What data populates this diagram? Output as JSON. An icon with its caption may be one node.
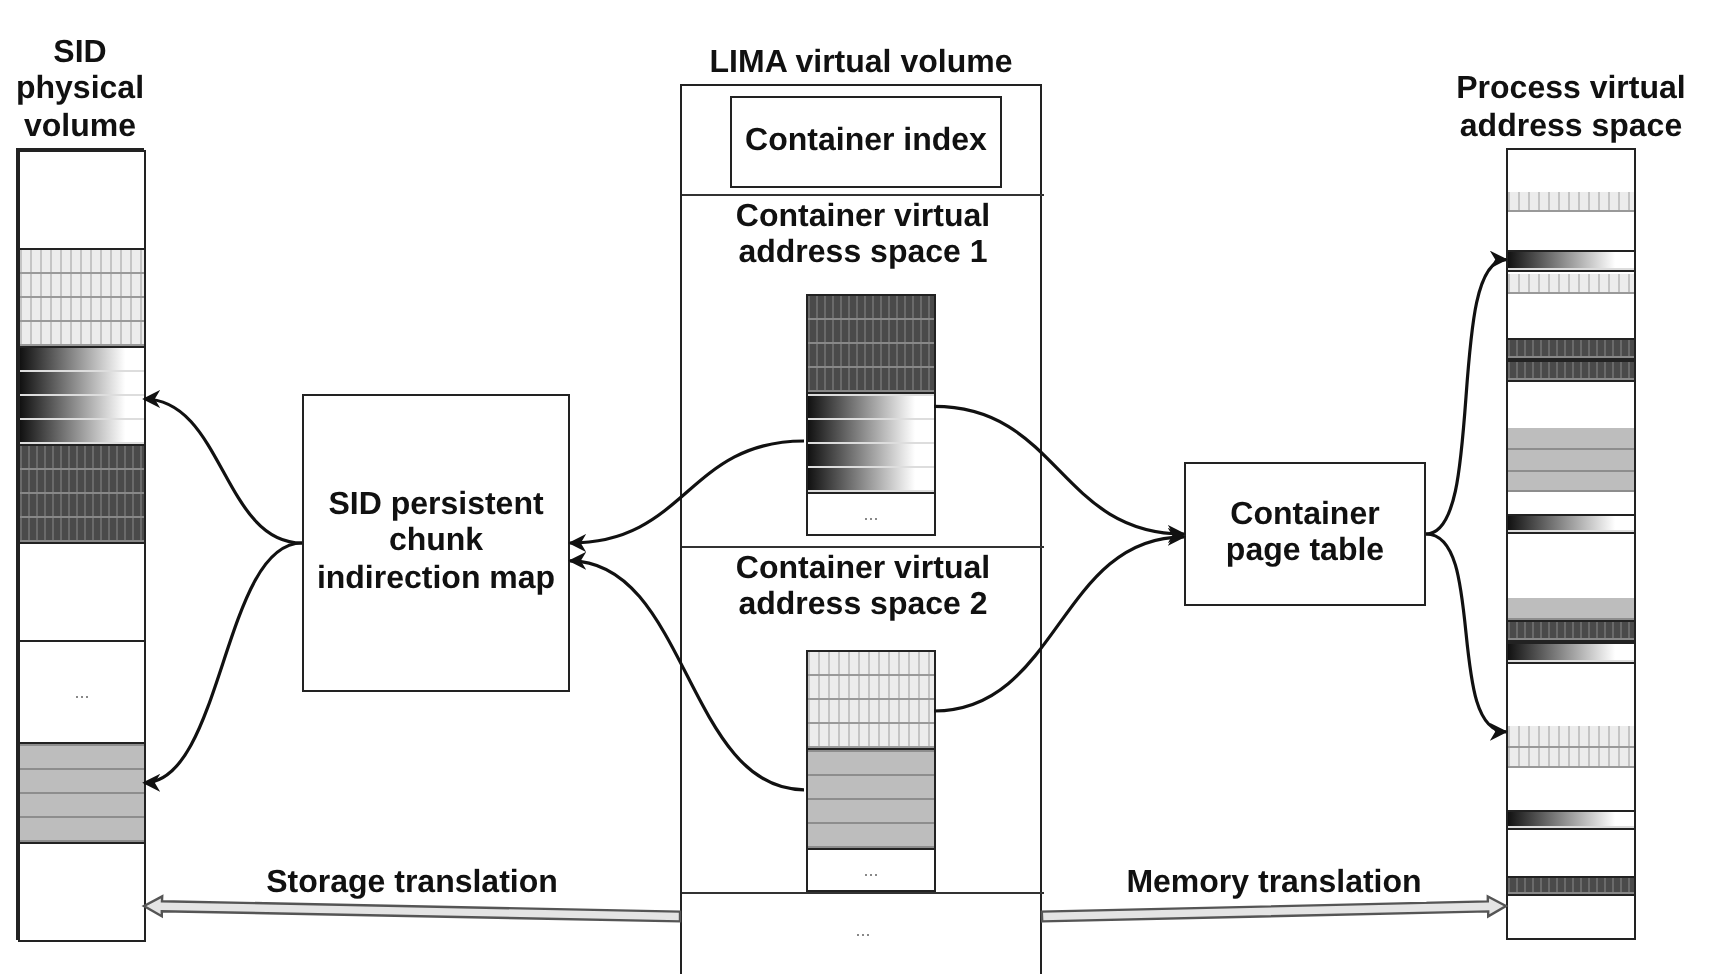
{
  "diagram": {
    "nodes": [
      {
        "text": [
          "SID physical volume"
        ]
      },
      {
        "text": [],
        "shape": "box",
        "in": 0
      },
      {
        "text": [],
        "shape": "box",
        "in": 0
      },
      {
        "text": [],
        "shape": "box",
        "in": 0
      },
      {
        "text": [],
        "shape": "box",
        "in": 0
      },
      {
        "text": [],
        "shape": "box",
        "in": 0
      },
      {
        "text": [
          "..."
        ],
        "in": 0
      },
      {
        "text": [],
        "shape": "box",
        "in": 0
      },
      {
        "text": [],
        "shape": "box",
        "in": 0
      },
      {
        "text": [
          "SID persistent chunk indirection map"
        ]
      },
      {
        "text": [
          "LIMA virtual volume"
        ]
      },
      {
        "text": [
          "Container index"
        ],
        "in": 10
      },
      {
        "text": [
          "Container virtual address space 1"
        ],
        "in": 10
      },
      {
        "text": [],
        "shape": "box",
        "in": 12
      },
      {
        "text": [],
        "shape": "box",
        "in": 12
      },
      {
        "text": [
          "..."
        ],
        "in": 12
      },
      {
        "text": [
          "Container virtual address space 2"
        ],
        "in": 10
      },
      {
        "text": [],
        "shape": "box",
        "in": 16
      },
      {
        "text": [],
        "shape": "box",
        "in": 16
      },
      {
        "text": [
          "..."
        ],
        "in": 16
      },
      {
        "text": [
          "..."
        ],
        "in": 10
      },
      {
        "text": [
          "Container page table"
        ]
      },
      {
        "text": [
          "Process virtual address space"
        ]
      }
    ],
    "edges": [
      {
        "from": 9,
        "to": 3,
        "arrow": "to"
      },
      {
        "from": 9,
        "to": 7,
        "arrow": "to"
      },
      {
        "from": 14,
        "to": 9,
        "arrow": "to"
      },
      {
        "from": 18,
        "to": 9,
        "arrow": "to"
      },
      {
        "from": 14,
        "to": 21,
        "arrow": "to"
      },
      {
        "from": 17,
        "to": 21,
        "arrow": "to"
      },
      {
        "from": 21,
        "to": 22,
        "arrow": "to"
      },
      {
        "from": 21,
        "to": 22,
        "arrow": "to"
      },
      {
        "from": 10,
        "to": 0,
        "arrow": "to",
        "label": "Storage translation",
        "style": "thick"
      },
      {
        "from": 10,
        "to": 22,
        "arrow": "to",
        "label": "Memory translation",
        "style": "thick"
      }
    ]
  }
}
